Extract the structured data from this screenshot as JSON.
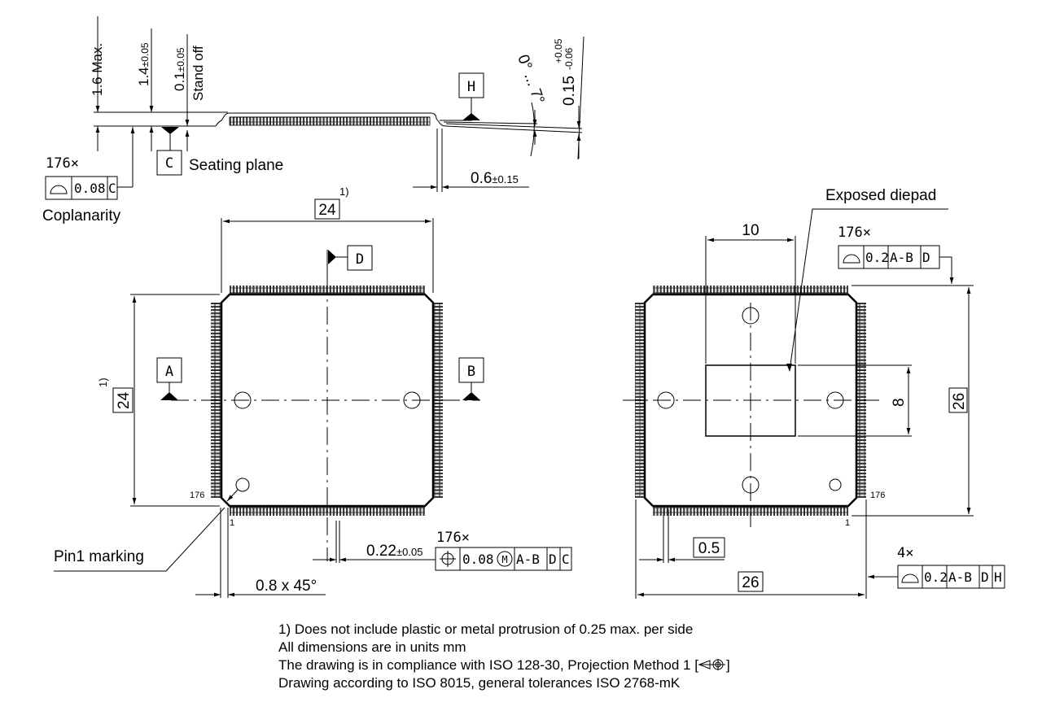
{
  "side_view": {
    "dim_max_height": "1.6 Max.",
    "dim_body_height": "1.4",
    "dim_body_height_tol": "±0.05",
    "dim_standoff": "0.1",
    "dim_standoff_tol": "±0.05",
    "standoff_label": "Stand off",
    "datum_c": "C",
    "seating_plane_label": "Seating plane",
    "datum_h": "H",
    "angle_label": "0° ... 7°",
    "lead_thickness": "0.15",
    "lead_thickness_tol_plus": "+0.05",
    "lead_thickness_tol_minus": "-0.06",
    "foot_length": "0.6",
    "foot_length_tol": "±0.15",
    "coplanarity_count": "176×",
    "coplanarity_value": "0.08",
    "coplanarity_datum": "C",
    "coplanarity_label": "Coplanarity"
  },
  "top_view": {
    "width_dim": "24",
    "width_footnote": "1)",
    "height_dim": "24",
    "height_footnote": "1)",
    "datum_a": "A",
    "datum_b": "B",
    "datum_d": "D",
    "pin_first": "1",
    "pin_last": "176",
    "pin1_label": "Pin1 marking",
    "chamfer_dim": "0.8 x 45°",
    "lead_width": "0.22",
    "lead_width_tol": "±0.05",
    "position_count": "176×",
    "position_value": "0.08",
    "position_modifier": "M",
    "position_datums": [
      "A-B",
      "D",
      "C"
    ]
  },
  "bottom_view": {
    "exposed_pad_label": "Exposed diepad",
    "pad_width": "10",
    "pad_height": "8",
    "span_width": "26",
    "span_height": "26",
    "pitch": "0.5",
    "pin_first": "1",
    "pin_last": "176",
    "profile_count": "176×",
    "profile_value": "0.2",
    "profile_datums": [
      "A-B",
      "D"
    ],
    "profile2_count": "4×",
    "profile2_value": "0.2",
    "profile2_datums": [
      "A-B",
      "D",
      "H"
    ]
  },
  "notes": [
    "1) Does not include plastic or metal protrusion of 0.25 max. per side",
    "All dimensions are in units mm",
    "The drawing is in compliance with ISO 128-30, Projection Method 1 [",
    "Drawing according to ISO 8015, general tolerances ISO 2768-mK"
  ],
  "notes_suffix": "]"
}
